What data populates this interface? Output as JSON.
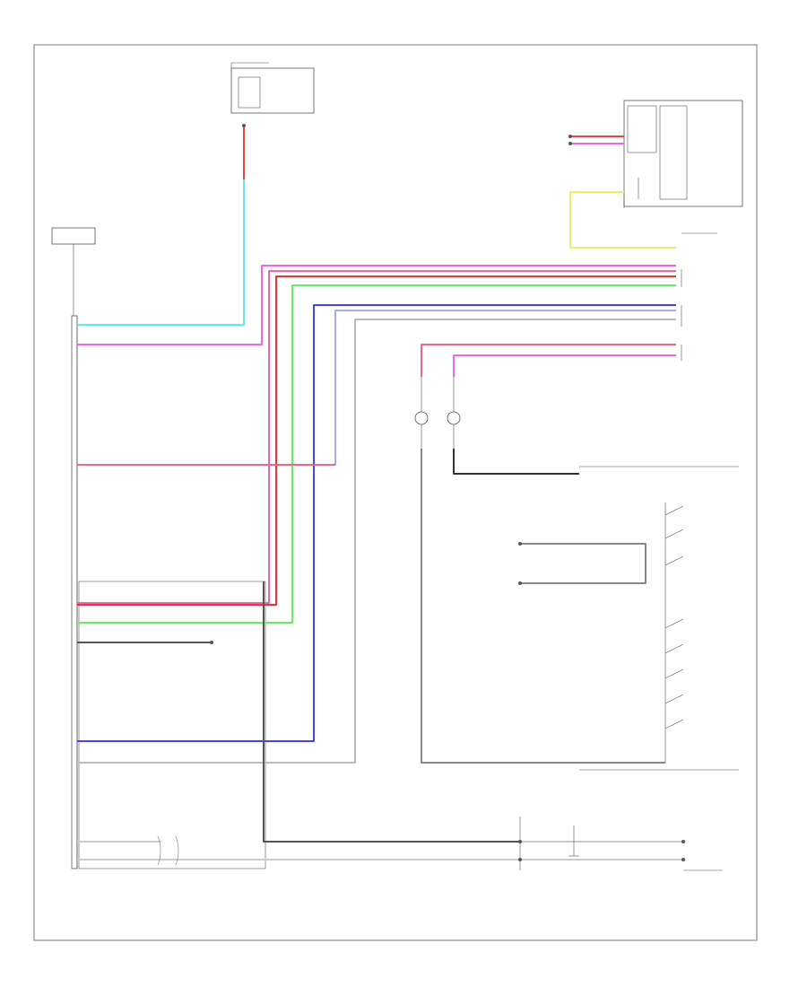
{
  "colors": {
    "cyan": "#66e8ee",
    "magenta": "#ee66ee",
    "red": "#ee4444",
    "pink": "#ee6688",
    "green": "#66ee66",
    "blue": "#4444ee",
    "yellow": "#eeee66",
    "black": "#333333",
    "gray": "#bbbbbb",
    "frame": "#777777"
  },
  "icons": [
    "ground-symbol",
    "connector-terminal",
    "switch-contact",
    "diode-symbol"
  ]
}
